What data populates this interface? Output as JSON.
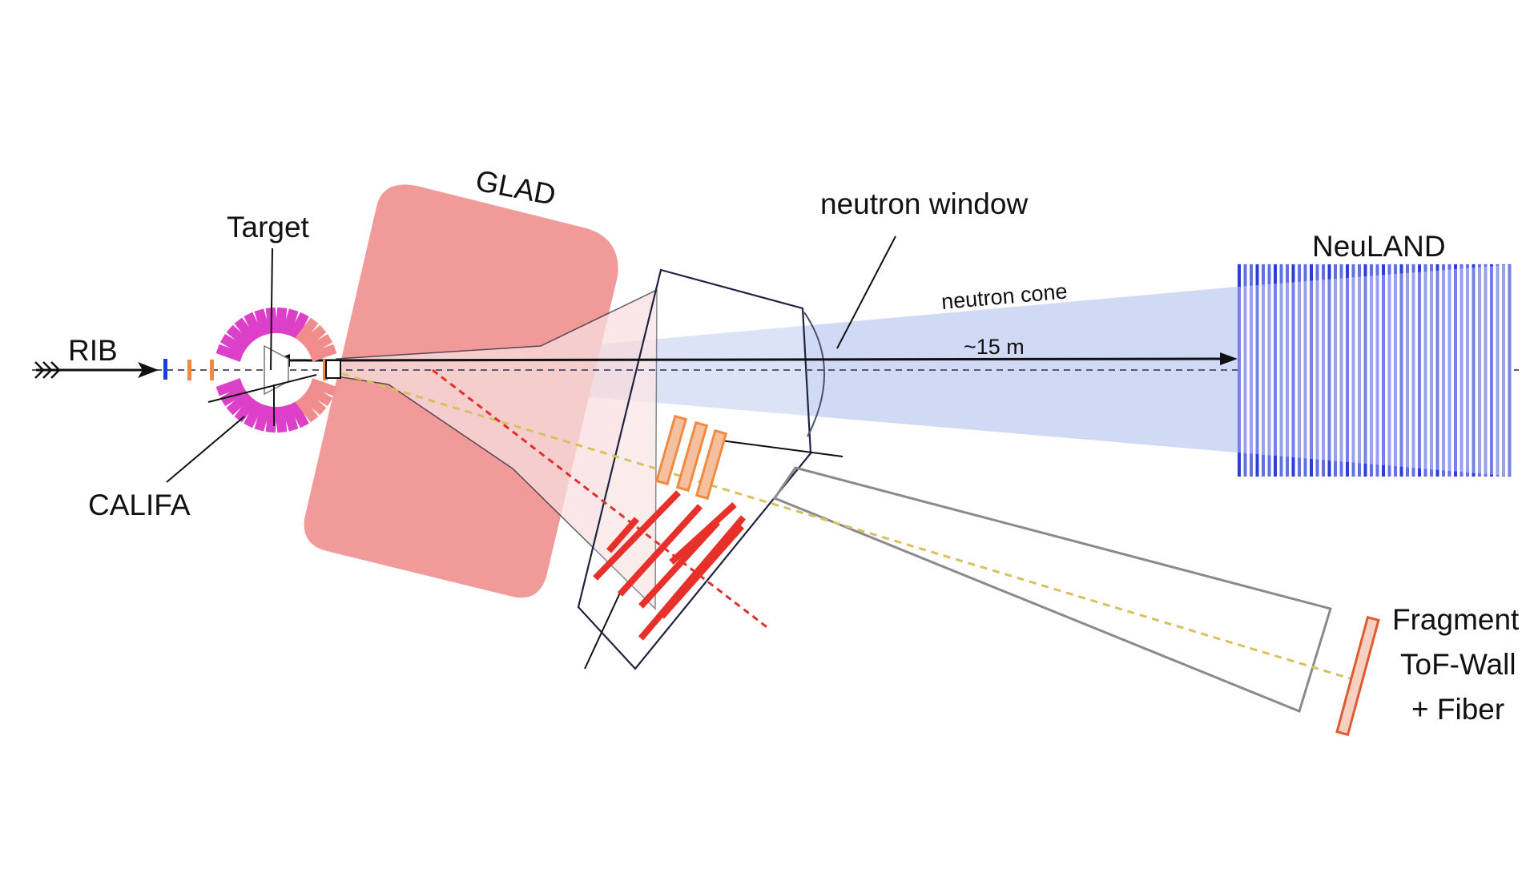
{
  "labels": {
    "rib": "RIB",
    "target": "Target",
    "califa": "CALIFA",
    "glad": "GLAD",
    "neutron_window": "neutron window",
    "neutron_cone": "neutron cone",
    "distance": "~15 m",
    "neuland": "NeuLAND",
    "fragment_line1": "Fragment",
    "fragment_line2": "ToF-Wall",
    "fragment_line3": "+ Fiber"
  },
  "colors": {
    "glad_magnet": "#f09a9a",
    "glad_cone": "#f9dede",
    "neutron_cone": "#c9d4f3",
    "neuland": "#1f34d6",
    "califa_outer": "#dc3fc8",
    "califa_inner": "#f08c8c",
    "tracking_fiber": "#f0a070",
    "drift_detectors": "#e8302a",
    "fragment_path": "#d8c060",
    "beam_path": "#444444",
    "beam_marker_blue": "#1a3fd8",
    "beam_marker_orange": "#f08a40"
  },
  "icons": {
    "rib_arrow": "double-chevron-arrow-icon"
  }
}
